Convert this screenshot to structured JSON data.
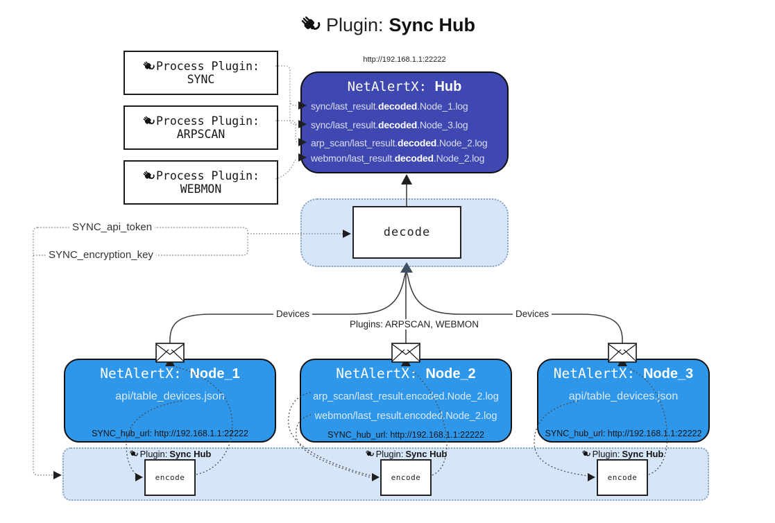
{
  "title": {
    "prefix": "Plugin:",
    "name": "Sync Hub"
  },
  "process_plugins": [
    {
      "label": "Process Plugin:",
      "name": "SYNC"
    },
    {
      "label": "Process Plugin:",
      "name": "ARPSCAN"
    },
    {
      "label": "Process Plugin:",
      "name": "WEBMON"
    }
  ],
  "hub": {
    "url": "http://192.168.1.1:22222",
    "title_prefix": "NetAlertX: ",
    "title_name": "Hub",
    "files": [
      {
        "pre": "sync/last_result.",
        "mid": "decoded",
        "post": ".Node_1.log"
      },
      {
        "pre": "sync/last_result.",
        "mid": "decoded",
        "post": ".Node_3.log"
      },
      {
        "pre": "arp_scan/last_result.",
        "mid": "decoded",
        "post": ".Node_2.log"
      },
      {
        "pre": "webmon/last_result.",
        "mid": "decoded",
        "post": ".Node_2.log"
      }
    ]
  },
  "decode": {
    "label": "decode"
  },
  "settings": {
    "api_token": "SYNC_api_token",
    "encryption_key": "SYNC_encryption_key"
  },
  "edges": {
    "devices_left": "Devices",
    "devices_right": "Devices",
    "plugins_center": "Plugins: ARPSCAN, WEBMON"
  },
  "nodes": [
    {
      "title_prefix": "NetAlertX: ",
      "title_name": "Node_1",
      "files": [
        "api/table_devices.json"
      ],
      "hub_url": "SYNC_hub_url: http://192.168.1.1:22222"
    },
    {
      "title_prefix": "NetAlertX: ",
      "title_name": "Node_2",
      "files": [
        "arp_scan/last_result.encoded.Node_2.log",
        "webmon/last_result.encoded.Node_2.log"
      ],
      "hub_url": "SYNC_hub_url: http://192.168.1.1:22222"
    },
    {
      "title_prefix": "NetAlertX: ",
      "title_name": "Node_3",
      "files": [
        "api/table_devices.json"
      ],
      "hub_url": "SYNC_hub_url: http://192.168.1.1:22222"
    }
  ],
  "encoders": {
    "plugin_prefix": "Plugin:",
    "plugin_name": "Sync Hub",
    "label": "encode"
  },
  "colors": {
    "hub_fill": "#3f48b0",
    "node_fill": "#2f97ea",
    "band_fill": "#d6e6f8",
    "hub_text": "#d9dcf2",
    "node_text": "#d9e9fb"
  }
}
